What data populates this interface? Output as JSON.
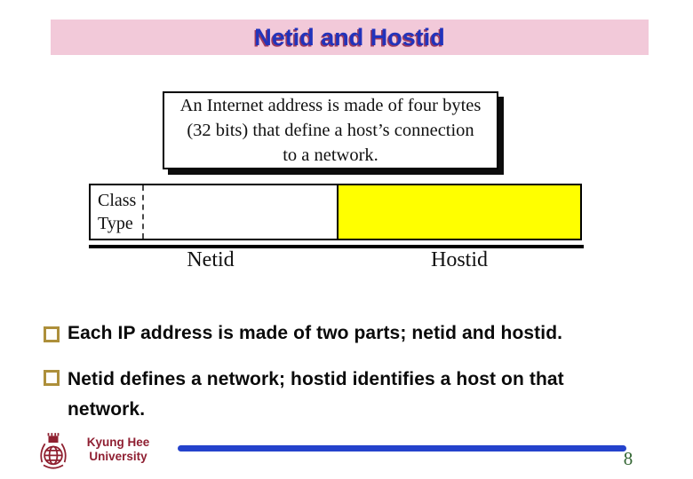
{
  "title": "Netid and Hostid",
  "note_box": {
    "lines": [
      "An Internet address is made of four bytes",
      "(32 bits) that define a host’s connection",
      "to a network."
    ]
  },
  "diagram": {
    "class_label": "Class",
    "type_label": "Type",
    "netid_label": "Netid",
    "hostid_label": "Hostid"
  },
  "bullets": [
    {
      "lines": [
        "Each IP address is made of two parts; netid and hostid."
      ]
    },
    {
      "lines": [
        "Netid defines a network; hostid identifies a host on that",
        "network."
      ]
    }
  ],
  "footer": {
    "institution_line1": "Kyung Hee",
    "institution_line2": "University",
    "page_number": "8"
  },
  "colors": {
    "title_bar_bg": "#f2c9d9",
    "title_text": "#2233bb",
    "title_shadow": "#9c3a5e",
    "hostid_fill": "#ffff00",
    "bullet_square": "#ad8f3a",
    "footer_text": "#8f1f32",
    "footer_line": "#2442cc",
    "page_number": "#336633"
  }
}
